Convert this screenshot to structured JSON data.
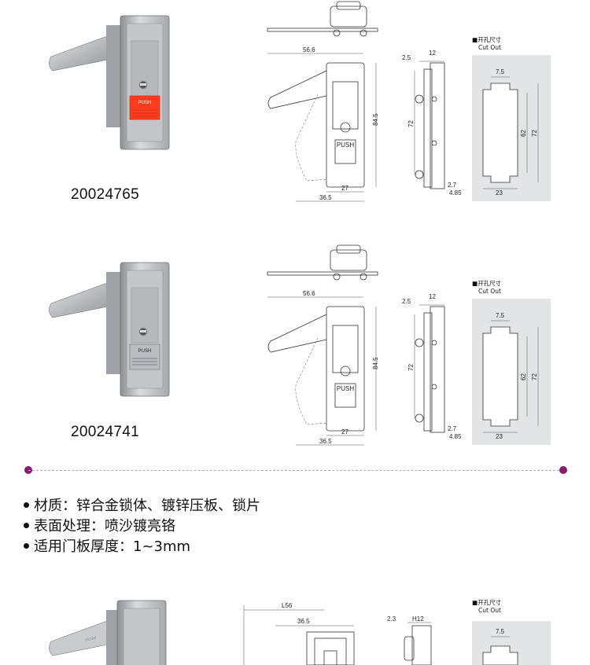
{
  "products": [
    {
      "code": "20024765",
      "button_label": "PUSH",
      "button_color": "#ff3b1f",
      "dims": {
        "width_total": "56.6",
        "height": "84.5",
        "body_width": "27",
        "base_width": "36.5",
        "side_top_a": "2.5",
        "side_top_b": "12",
        "side_height": "72",
        "side_b1": "2.7",
        "side_b2": "4.85",
        "cut_w": "7.5",
        "cut_h1": "62",
        "cut_h2": "72",
        "cut_bottom": "23"
      },
      "cutout_title_cn": "■开孔尺寸",
      "cutout_title_en": "Cut Out"
    },
    {
      "code": "20024741",
      "button_label": "PUSH",
      "button_color": "#b9bcc0",
      "dims": {
        "width_total": "56.6",
        "height": "84.5",
        "body_width": "27",
        "base_width": "36.5",
        "side_top_a": "2.5",
        "side_top_b": "12",
        "side_height": "72",
        "side_b1": "2.7",
        "side_b2": "4.85",
        "cut_w": "7.5",
        "cut_h1": "62",
        "cut_h2": "72",
        "cut_bottom": "23"
      },
      "cutout_title_cn": "■开孔尺寸",
      "cutout_title_en": "Cut Out"
    }
  ],
  "specs": [
    "材质：锌合金锁体、镀锌压板、锁片",
    "表面处理：喷沙镀亮铬",
    "适用门板厚度：1~3mm"
  ],
  "third": {
    "dim_l": "L56",
    "dim_a": "36.5",
    "dim_b": "2.3",
    "dim_h": "H12",
    "cut_w": "7.5",
    "cutout_title_cn": "■开孔尺寸",
    "cutout_title_en": "Cut Out",
    "brand_mark": "PUSH"
  },
  "colors": {
    "accent": "#8a1c70",
    "metal": "#c7c9cc",
    "metal_dark": "#9a9da1"
  }
}
